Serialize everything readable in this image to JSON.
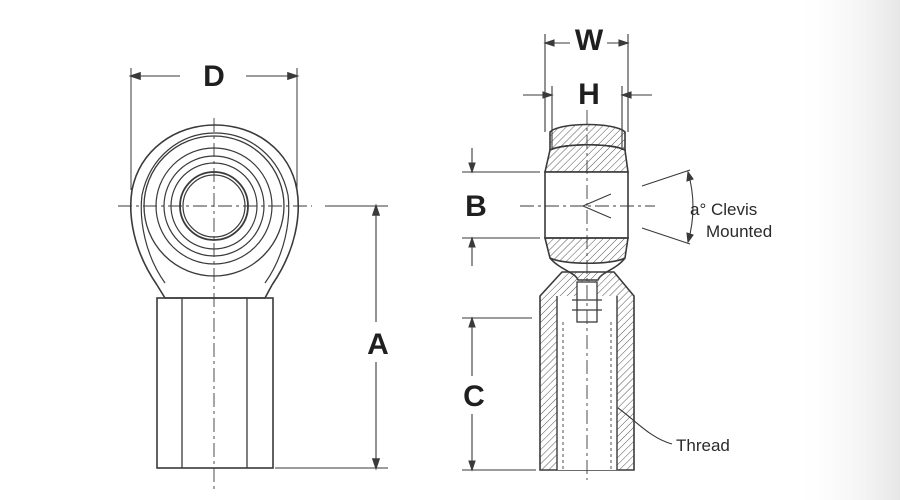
{
  "drawing": {
    "colors": {
      "background": "#ffffff",
      "line": "#3a3a3a",
      "right_fade": "#e6e6e6"
    },
    "dimensions": {
      "D": "D",
      "W": "W",
      "H": "H",
      "A": "A",
      "B": "B",
      "C": "C"
    },
    "notes": {
      "angle_line1": "a° Clevis",
      "angle_line2": "Mounted",
      "thread": "Thread"
    }
  }
}
